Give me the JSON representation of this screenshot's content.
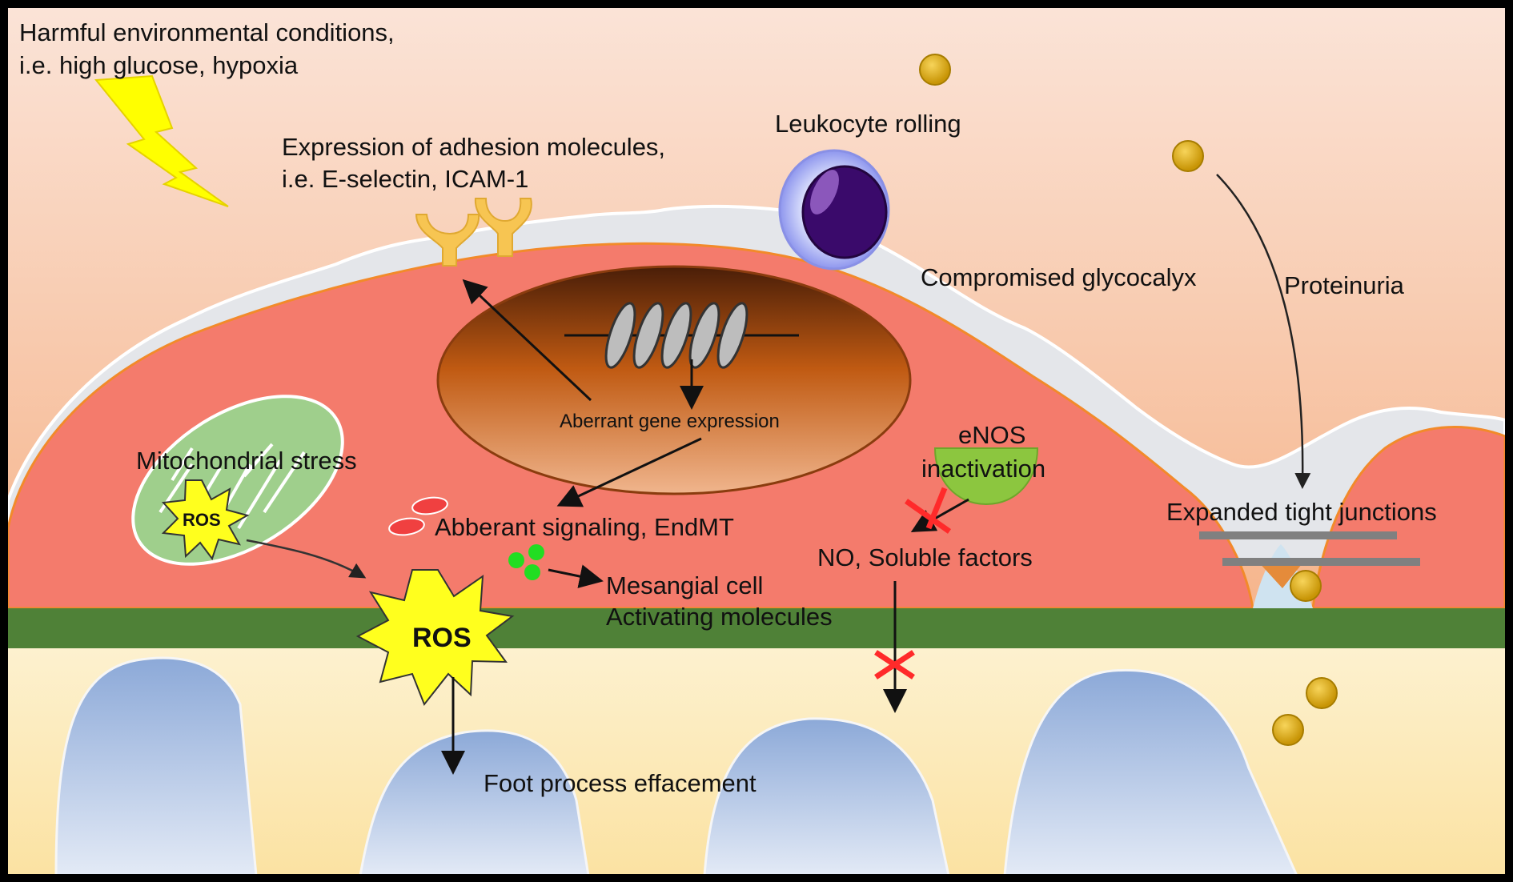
{
  "colors": {
    "background_top": "#fbe3d6",
    "background_bottom": "#f4a672",
    "cell_body": "#f47b6c",
    "nucleus": "#c7661c",
    "glycocalyx": "#e7e9ee",
    "basement_membrane": "#4f8137",
    "podocyte_layer": "#fbe7b5",
    "foot_process": "#8eacd8",
    "mitochondrion": "#9fcf8c",
    "ros_burst": "#ffff1e",
    "leukocyte_nucleus": "#3a0a6b",
    "protein": "#ddad10",
    "enos": "#8cc63f",
    "inhibition_mark": "#ff2a2a"
  },
  "labels": {
    "harmful_line1": "Harmful environmental conditions,",
    "harmful_line2": "i.e. high glucose, hypoxia",
    "adhesion_line1": "Expression of adhesion molecules,",
    "adhesion_line2": "i.e. E-selectin, ICAM-1",
    "leukocyte": "Leukocyte rolling",
    "glycocalyx": "Compromised glycocalyx",
    "proteinuria": "Proteinuria",
    "gene_expression": "Aberrant gene expression",
    "enos_line1": "eNOS",
    "enos_line2": "inactivation",
    "mito_stress": "Mitochondrial stress",
    "ros_small": "ROS",
    "ros_large": "ROS",
    "signaling": "Abberant signaling, EndMT",
    "tight_junctions": "Expanded tight junctions",
    "no_factors": "NO, Soluble factors",
    "mesangial_line1": "Mesangial cell",
    "mesangial_line2": "Activating molecules",
    "foot_process": "Foot process effacement"
  },
  "icons": [
    "lightning-bolt-icon",
    "adhesion-molecule-icon",
    "leukocyte-icon",
    "nucleus-icon",
    "chromatin-icon",
    "mitochondrion-icon",
    "ros-burst-icon",
    "enos-icon",
    "protein-particle-icon",
    "inhibition-x-icon"
  ]
}
